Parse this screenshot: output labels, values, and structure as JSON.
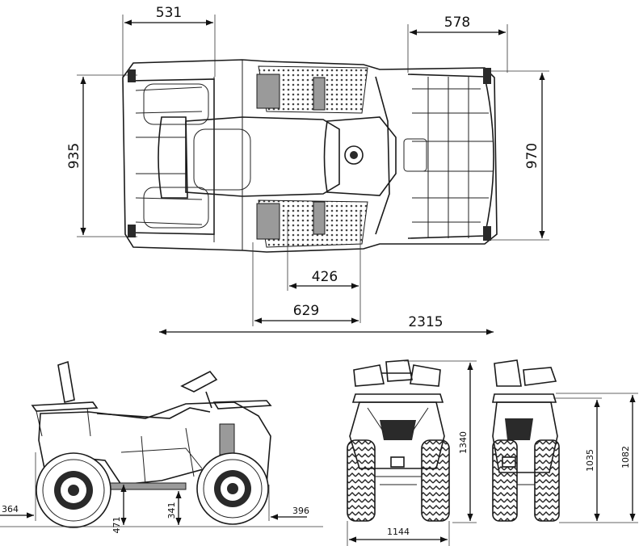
{
  "dimensions": {
    "top_view": {
      "front_rack_width": "531",
      "rear_rack_width": "578",
      "overall_width_front": "935",
      "overall_width_rear": "970",
      "footrest_inner": "426",
      "footrest_outer": "629",
      "overall_length": "2315"
    },
    "side_view": {
      "front_overhang": "364",
      "ground_clearance": "471",
      "footrest_height": "341",
      "rear_overhang": "396"
    },
    "front_view": {
      "overall_height": "1340",
      "track_width": "1144"
    },
    "rear_view": {
      "rack_height": "1035",
      "seat_height": "1082"
    }
  }
}
